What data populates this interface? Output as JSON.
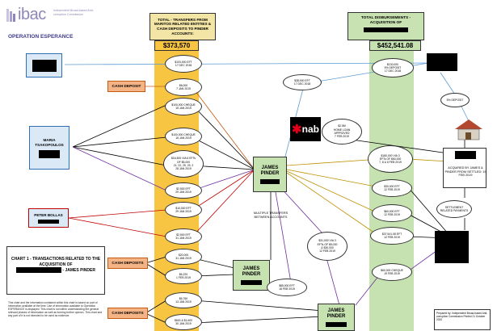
{
  "logo": {
    "word": "ibac",
    "tagline": "Independent Broad-based Anti-corruption Commission"
  },
  "operation_name": "OPERATION ESPERANCE",
  "headers": {
    "transfers_title": "TOTAL - TRANSFERS FROM MARITOS RELATED ENTITIES & CASH DEPOSITS TO PINDER ACCOUNTS:",
    "transfers_total": "$373,570",
    "disbursements_title": "TOTAL DISBURSEMENTS - ACQUISITION OF",
    "disbursements_total": "$452,541.08"
  },
  "people": {
    "maria": "MARIA TSAKOPOULOS",
    "peter": "PETER BOLLAS",
    "pinder": "JAMES PINDER",
    "multiple_accounts": "MULTIPLE TRANSFERS BETWEEN ACCOUNTS"
  },
  "cash_labels": {
    "cash1": "CASH DEPOSIT",
    "cash2": "CASH DEPOSITS",
    "cash3": "CASH DEPOSITS"
  },
  "transactions": {
    "t1": "$103,000 EFT\n17 DEC 2018",
    "t2": "$6,000\n7 JAN 2019",
    "t3": "$100,000 CHEQUE\n15 JAN 2019",
    "t4": "$100,000 CHEQUE\n16 JAN 2019",
    "t5": "$16,500 VIA 6 EFTs\nOF $5,000\n21, 22, 25, 29, 2\n28 JAN 2019",
    "t6": "$2,500 EFT\n29 JAN 2019",
    "t7": "$10,000 EFT\n29 JAN 2019",
    "t8": "$2,500 EFT\n31 JAN 2019",
    "t9": "$20,000\n31 JAN 2019",
    "t10": "$6,220\n1 FEB 2019",
    "t11": "$6,760\n13 JAN 2019",
    "t12": "$600 & $1,600\n30 JAN 2019",
    "r1": "$38,000 EFT\n17 DEC 2018",
    "r2": "$2.5M\nHOME LOAN\nAPPROVED\n7 FEB 2019",
    "r3": "$31,000 VIA 3\nEFTs OF $5,000\n& $30,000\n12 FEB 2019",
    "r4": "$85,000 EFT\n18 FEB 2019",
    "g1": "$130,000\n5% DEPOSIT\n17 DEC 2018",
    "g2": "$180,000 VIA 3\nEFTs OF $60,000\n7, 8 & 8 FEB 2019",
    "g3": "$30,000 EFT\n12 FEB 2019",
    "g4": "$60,000 EFT\n12 FEB 2019",
    "g5": "$37,541.08 EFT\n12 FEB 2019",
    "g6": "$60,000 CHEQUE\n19 FEB 2019",
    "five_pct": "5% DEPOSIT",
    "settlement": "SETTLEMENT RELATED PAYMENTS",
    "acquired": "ACQUIRED BY JAMES & PINDER FROM SETTLED: 19 FEB 2019"
  },
  "nab_label": "nab",
  "chart_title": "CHART 1 - TRANSACTIONS RELATED TO THE ACQUISITION OF",
  "chart_title_suffix": "- JAMES PINDER",
  "footnote": "This chart and the information contained within this chart is based on part of information available at the time. Use of information available to Operation ESPERANCE is displayed. This chart is not within understanding the general relevant phases of information as well as forming further opinion. This chart and any part of it is not intended to be used as evidence.",
  "prepared_by": "Prepared by: Independent Broad-based Anti-corruption Commission Printed 21 October 2020",
  "colors": {
    "yellow_band": "#f7c542",
    "green_band": "#c6e2b0",
    "cash_box": "#f5b486",
    "pinder_box": "#c6e2b0",
    "nab_red": "#e2001a"
  }
}
